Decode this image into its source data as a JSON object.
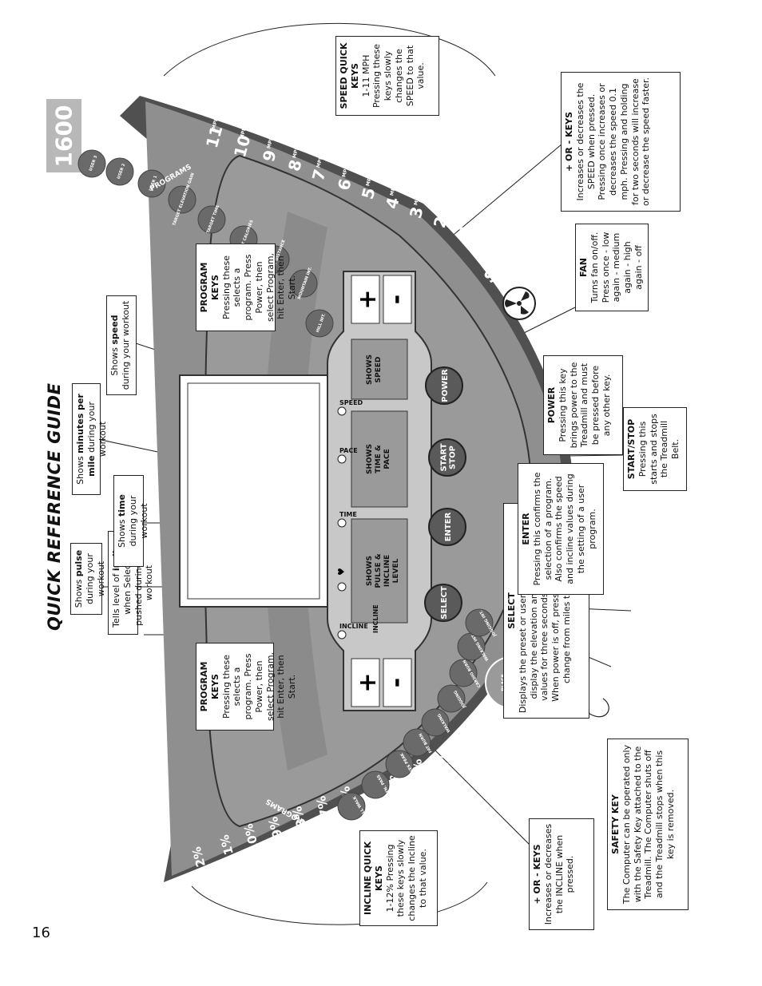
{
  "page": {
    "number": "16",
    "model": "1600",
    "title": "QUICK REFERENCE GUIDE"
  },
  "console": {
    "speed_keys": [
      {
        "num": "1",
        "unit": "MPH"
      },
      {
        "num": "2",
        "unit": "MPH"
      },
      {
        "num": "3",
        "unit": "MPH"
      },
      {
        "num": "4",
        "unit": "MPH"
      },
      {
        "num": "5",
        "unit": "MPH"
      },
      {
        "num": "6",
        "unit": "MPH"
      },
      {
        "num": "7",
        "unit": "MPH"
      },
      {
        "num": "8",
        "unit": "MPH"
      },
      {
        "num": "9",
        "unit": "MPH"
      },
      {
        "num": "10",
        "unit": "MPH"
      },
      {
        "num": "11",
        "unit": "MPH"
      }
    ],
    "incline_keys": [
      "1%",
      "2%",
      "3%",
      "4%",
      "5%",
      "6%",
      "7%",
      "8%",
      "9%",
      "10%",
      "11%",
      "12%"
    ],
    "speed_label": "SPEED",
    "incline_label": "INCLINE",
    "programs_label": "PROGRAMS",
    "top_programs": [
      "HILL INT.",
      "MOUNTAIN INT.",
      "TARGET DISTANCE",
      "TARGET CALORIES",
      "TARGET TIME",
      "TARGET ELEVATION GAIN",
      "USER 1",
      "USER 2",
      "USER 3"
    ],
    "bottom_programs": [
      "HILL WALK",
      "MTN. PASS",
      "PIKES PEAK",
      "FAT BURN",
      "WALKING",
      "JOGGING",
      "CARDIO BURN",
      "WALKING INT.",
      "JOGGING INT."
    ],
    "indicators": [
      "INCLINE",
      "TIME",
      "PACE",
      "SPEED"
    ],
    "windows": [
      "SHOWS PULSE & INCLINE LEVEL",
      "SHOWS TIME & PACE",
      "SHOWS SPEED"
    ],
    "buttons": [
      "SELECT",
      "ENTER",
      "START STOP",
      "POWER"
    ],
    "safety_key_label": "PLACE SAFETY KEY HERE"
  },
  "callouts": {
    "incline_quick": {
      "title": "INCLINE QUICK KEYS",
      "text": "1-12% Pressing these keys slowly changes the Incline to that value."
    },
    "incline_pm": {
      "title": "+ OR - KEYS",
      "text": "Increases or decreases the INCLINE when pressed."
    },
    "safety_key": {
      "title": "SAFETY KEY",
      "text": "The Computer can be operated only with the Safety Key attached to the Treadmill. The Computer shuts off and the Treadmill stops when this key is removed."
    },
    "program_keys_1": {
      "title": "PROGRAM KEYS",
      "text": "Pressing these selects a program. Press Power, then select Program, hit Enter, then Start."
    },
    "program_keys_2": {
      "title": "PROGRAM KEYS",
      "text": "Pressing these selects a program. Press Power, then select Program, hit Enter, then Start."
    },
    "incline_level": {
      "before": "Tells level of ",
      "bold": "incline",
      "after": " when Select is pushed during your workout"
    },
    "pulse": {
      "before": "Shows ",
      "bold": "pulse",
      "after": " during your workout"
    },
    "time": {
      "before": "Shows ",
      "bold": "time",
      "after": " during your workout"
    },
    "pace": {
      "before": "Shows ",
      "bold": "minutes per mile",
      "after": " during your workout"
    },
    "speed": {
      "before": "Shows ",
      "bold": "speed",
      "after": " during your workout"
    },
    "select": {
      "title": "SELECT",
      "text": "Displays the preset or user programs. Also will display the elevation and elevation gain values for three seconds during workout. When power is off, press for 2 seconds to change from miles to kilometers."
    },
    "enter": {
      "title": "ENTER",
      "text": "Pressing this confirms the selection of a program. Also confirms the speed and incline values during the setting of a user program."
    },
    "start_stop": {
      "title": "START/STOP",
      "text": "Pressing this starts and stops the Treadmill Belt."
    },
    "power": {
      "title": "POWER",
      "text": "Pressing this key brings power to the Treadmill and must be pressed before any other key."
    },
    "fan": {
      "title": "FAN",
      "text": "Turns fan on/off. Press once - low again - medium again - high again - off"
    },
    "speed_pm": {
      "title": "+ OR - KEYS",
      "text": "Increases or decreases the SPEED when pressed. Pressing once increases or decreases the speed 0.1 mph. Pressing and holding for two seconds will increase or decrease the speed faster."
    },
    "speed_quick": {
      "title": "SPEED QUICK KEYS",
      "text": "1-11 MPH Pressing these keys slowly changes the SPEED to that value."
    }
  },
  "colors": {
    "console": "#9a9a9a",
    "dark": "#505050",
    "button": "#5a5a5a",
    "tab": "#b8b8b8"
  }
}
